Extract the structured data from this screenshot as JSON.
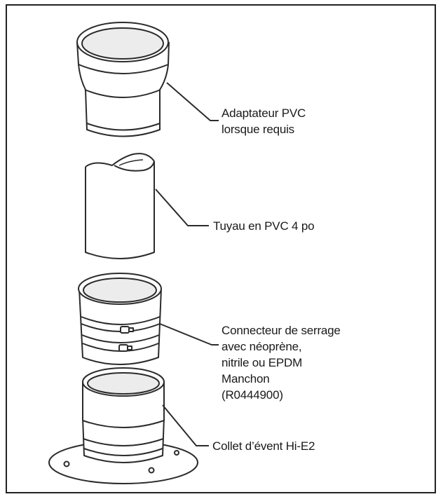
{
  "diagram": {
    "labels": {
      "adapter": "Adaptateur PVC\nlorsque requis",
      "pipe": "Tuyau en PVC 4 po",
      "connector": "Connecteur de serrage\navec néoprène,\nnitrile ou EPDM\nManchon\n(R0444900)",
      "collar": "Collet d’évent Hi-E2"
    },
    "colors": {
      "stroke": "#2b2b2b",
      "fill": "#ffffff",
      "shade": "#e9e9e9"
    }
  }
}
